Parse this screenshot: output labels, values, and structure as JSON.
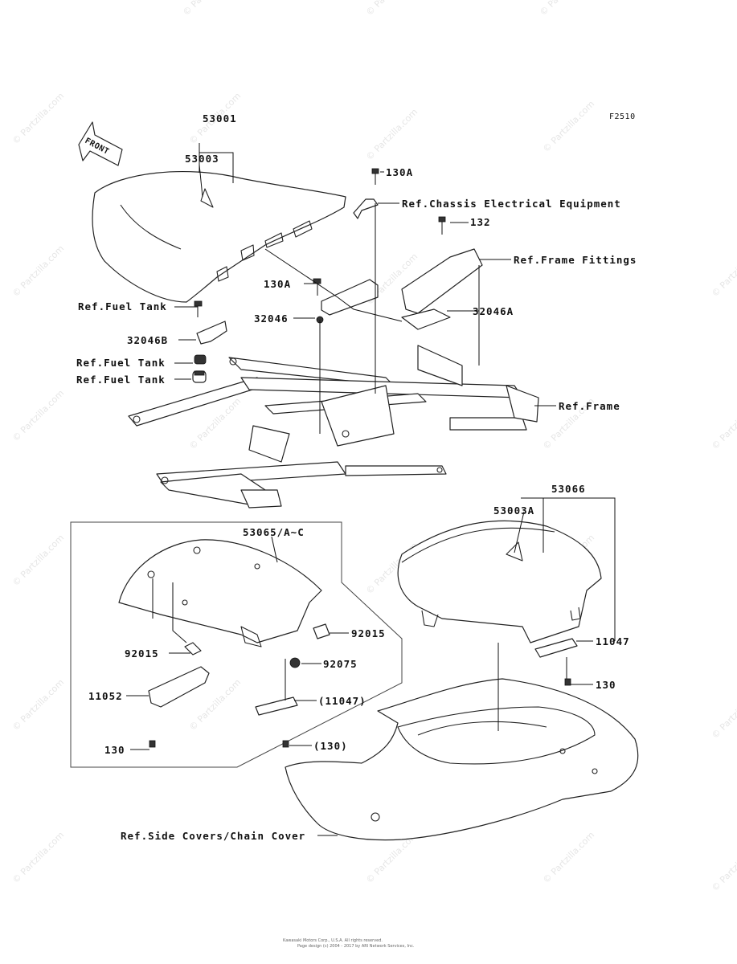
{
  "diagram_code": "F2510",
  "watermark": "© Partzilla.com",
  "front_label": "FRONT",
  "labels": {
    "p53001": "53001",
    "p53003": "53003",
    "p130A_top": "130A",
    "ref_chassis_elec": "Ref.Chassis Electrical Equipment",
    "p132": "132",
    "ref_frame_fittings": "Ref.Frame Fittings",
    "p130A_mid": "130A",
    "ref_fuel_tank_1": "Ref.Fuel Tank",
    "p32046": "32046",
    "p32046A": "32046A",
    "p32046B": "32046B",
    "ref_fuel_tank_2": "Ref.Fuel Tank",
    "ref_fuel_tank_3": "Ref.Fuel Tank",
    "ref_frame": "Ref.Frame",
    "p53066": "53066",
    "p53003A": "53003A",
    "p53065": "53065/A~C",
    "p92015_right": "92015",
    "p92015_left": "92015",
    "p92075": "92075",
    "p11047_right": "11047",
    "p11052": "11052",
    "p11047_paren": "(11047)",
    "p130_right": "130",
    "p130_left": "130",
    "p130_paren": "(130)",
    "ref_side_covers": "Ref.Side Covers/Chain Cover"
  },
  "footer": {
    "line1": "Kawasaki Motors Corp., U.S.A. All rights reserved.",
    "line2": "Page design (c) 2004 - 2017 by ARI Network Services, Inc."
  }
}
